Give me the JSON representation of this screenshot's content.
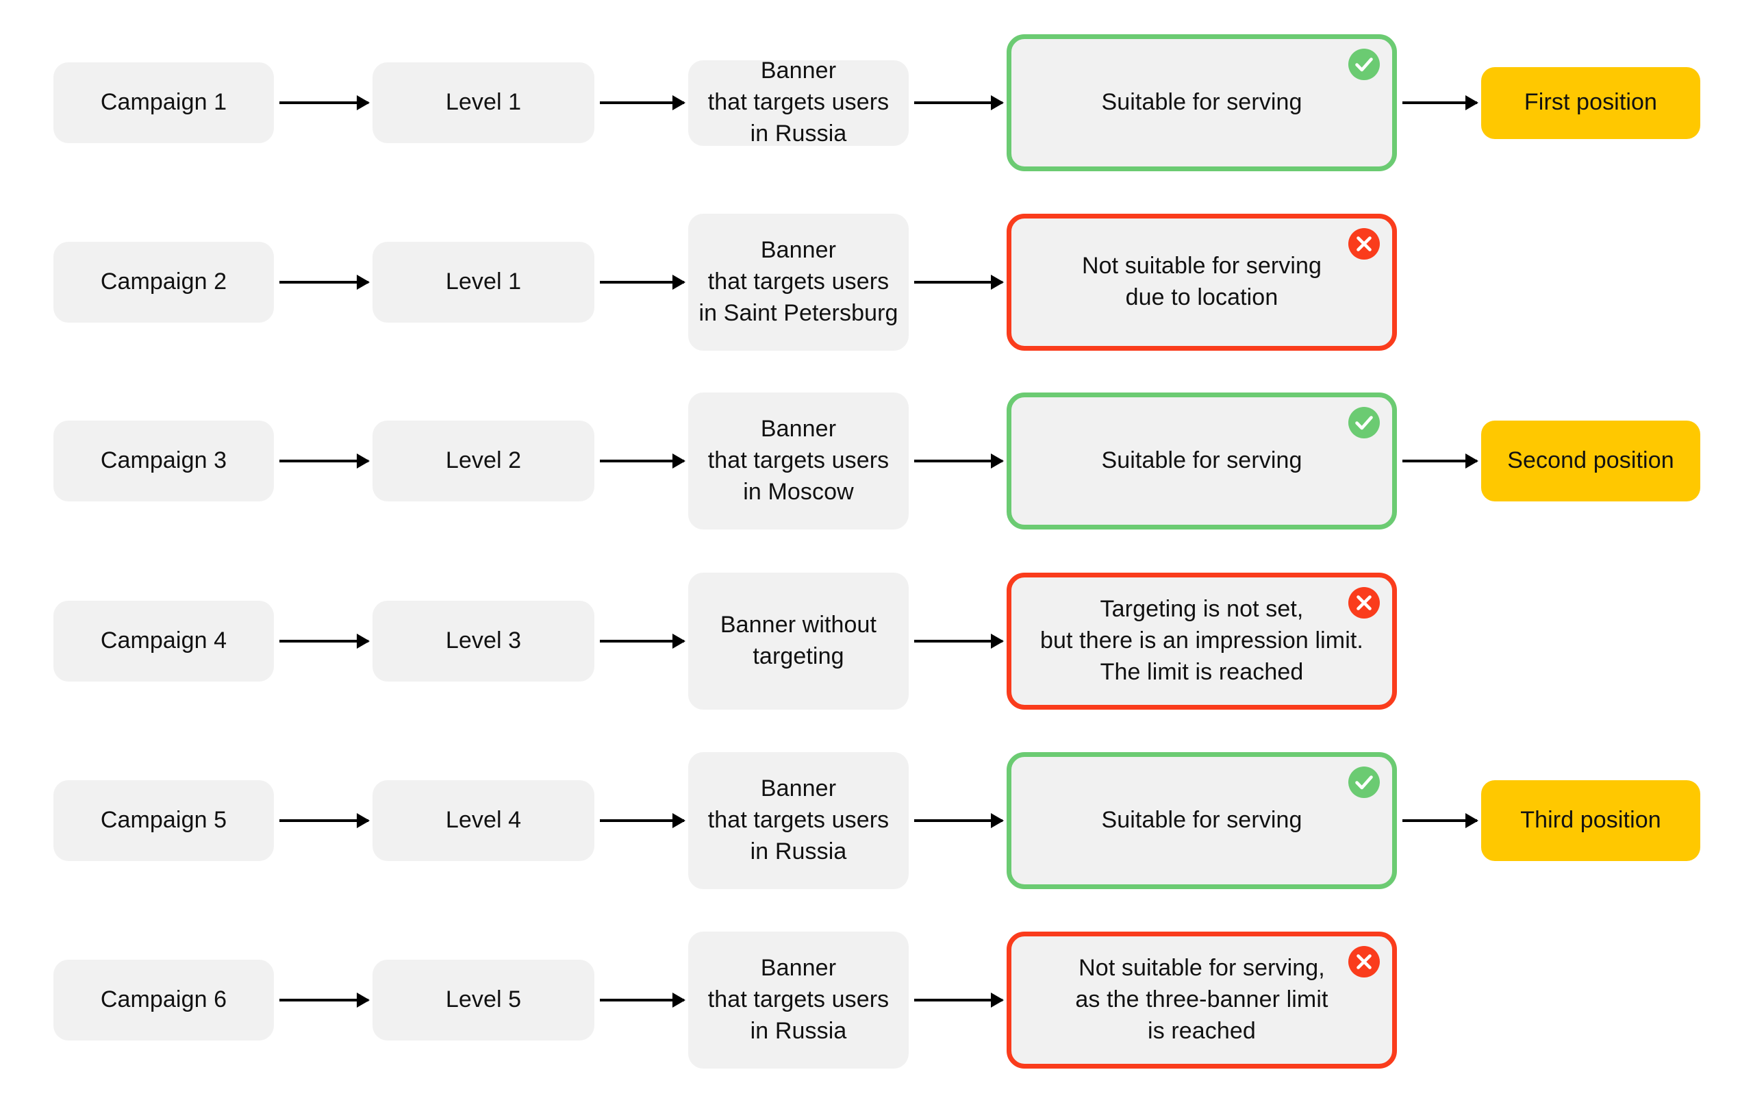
{
  "colors": {
    "node_bg": "#f1f1f1",
    "success": "#6bcb72",
    "error": "#fa3c1c",
    "position": "#ffc800",
    "arrow": "#000000",
    "text": "#111111",
    "page_bg": "#ffffff"
  },
  "icons": {
    "success": "check-circle-icon",
    "error": "cross-circle-icon"
  },
  "columns": [
    "campaign",
    "level",
    "banner",
    "status",
    "position"
  ],
  "rows": [
    {
      "campaign": "Campaign 1",
      "level": "Level 1",
      "banner": "Banner\nthat targets users\nin Russia",
      "status": "Suitable for serving",
      "status_type": "ok",
      "status_icon": "check-circle-icon",
      "position": "First position"
    },
    {
      "campaign": "Campaign 2",
      "level": "Level 1",
      "banner": "Banner\nthat targets users\nin Saint Petersburg",
      "status": "Not suitable for serving\ndue to location",
      "status_type": "bad",
      "status_icon": "cross-circle-icon",
      "position": null
    },
    {
      "campaign": "Campaign 3",
      "level": "Level 2",
      "banner": "Banner\nthat targets users\nin Moscow",
      "status": "Suitable for serving",
      "status_type": "ok",
      "status_icon": "check-circle-icon",
      "position": "Second position"
    },
    {
      "campaign": "Campaign 4",
      "level": "Level 3",
      "banner": "Banner without\ntargeting",
      "status": "Targeting is not set,\nbut there is an impression limit.\nThe limit is reached",
      "status_type": "bad",
      "status_icon": "cross-circle-icon",
      "position": null
    },
    {
      "campaign": "Campaign 5",
      "level": "Level 4",
      "banner": "Banner\nthat targets users\nin Russia",
      "status": "Suitable for serving",
      "status_type": "ok",
      "status_icon": "check-circle-icon",
      "position": "Third position"
    },
    {
      "campaign": "Campaign 6",
      "level": "Level 5",
      "banner": "Banner\nthat targets users\nin Russia",
      "status": "Not suitable for serving,\nas the three-banner limit\nis reached",
      "status_type": "bad",
      "status_icon": "cross-circle-icon",
      "position": null
    }
  ]
}
